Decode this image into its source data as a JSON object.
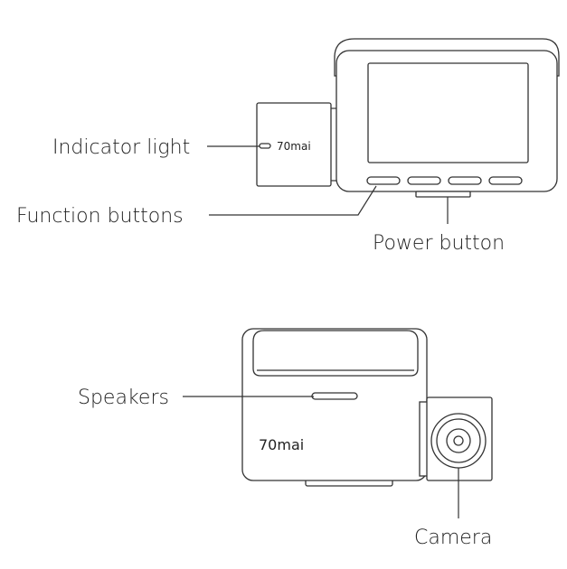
{
  "labels": {
    "indicator_light": "Indicator light",
    "function_buttons": "Function buttons",
    "power_button": "Power button",
    "speakers": "Speakers",
    "camera": "Camera"
  },
  "brand": {
    "top": "70mai",
    "bottom": "70mai"
  }
}
